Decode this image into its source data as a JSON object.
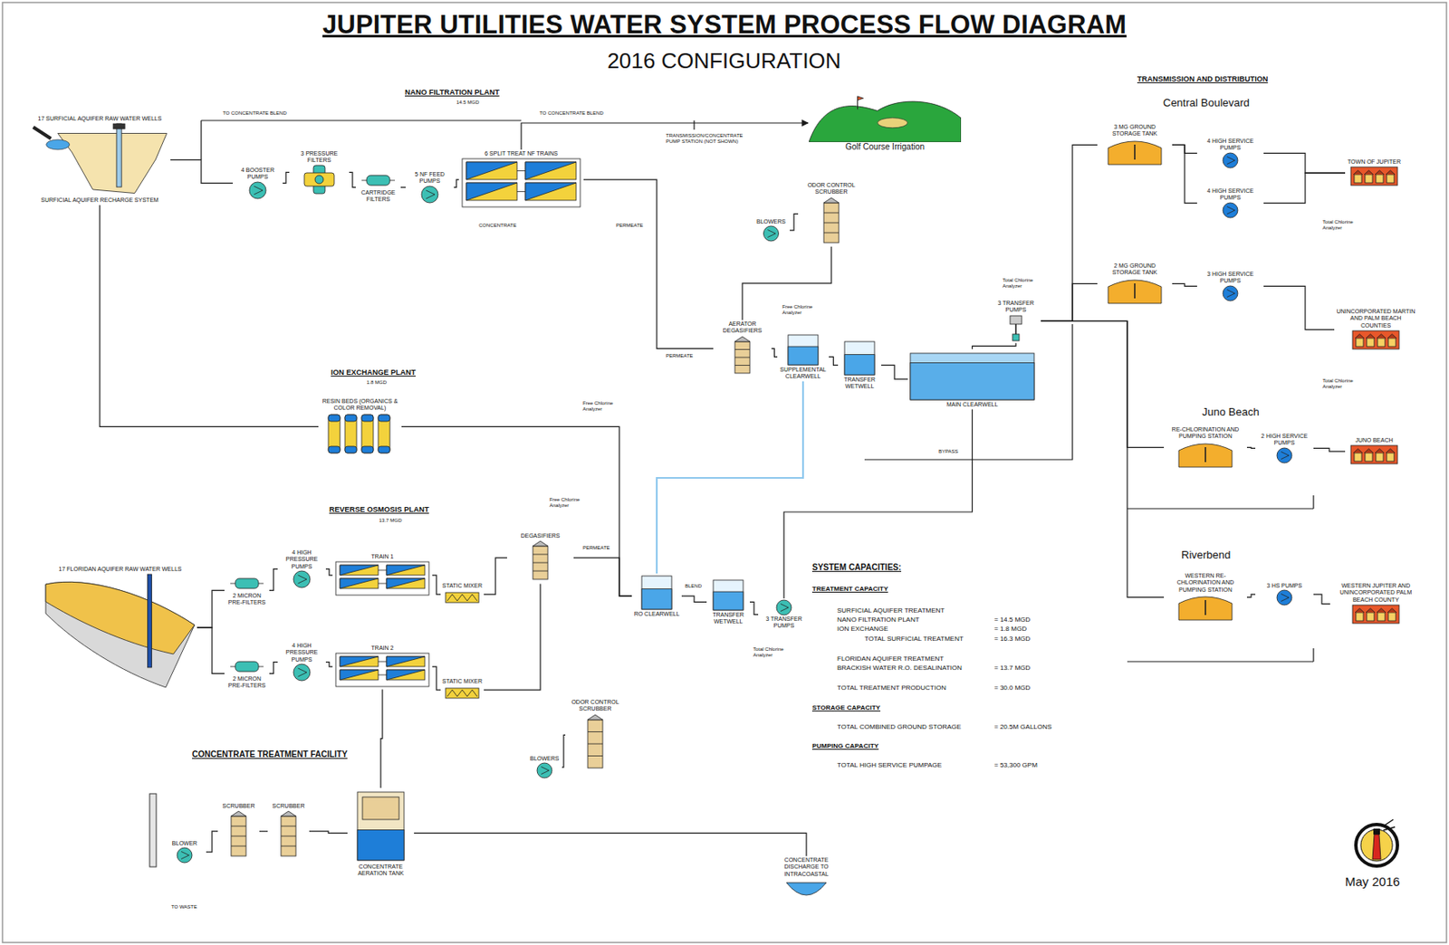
{
  "diagram": {
    "title": "JUPITER UTILITIES WATER SYSTEM PROCESS FLOW DIAGRAM",
    "nodes": [
      {
        "text": [
          "17 SURFICIAL AQUIFER RAW WATER WELLS",
          "SURFICIAL AQUIFER RECHARGE SYSTEM"
        ]
      },
      {
        "text": [
          "4 BOOSTER PUMPS"
        ]
      },
      {
        "text": [
          "3 PRESSURE FILTERS"
        ]
      },
      {
        "text": [
          "CARTRIDGE FILTERS"
        ]
      },
      {
        "text": [
          "5 NF FEED PUMPS"
        ]
      },
      {
        "text": [
          "6 SPLIT TREAT NF TRAINS"
        ]
      },
      {
        "text": [
          "Golf Course Irrigation"
        ]
      },
      {
        "text": [
          "AERATOR DEGASIFIERS"
        ]
      },
      {
        "text": [
          "ODOR CONTROL SCRUBBER"
        ]
      },
      {
        "text": [
          "BLOWERS"
        ]
      },
      {
        "text": [
          "SUPPLEMENTAL CLEARWELL"
        ]
      },
      {
        "text": [
          "TRANSFER WETWELL"
        ]
      },
      {
        "text": [
          "MAIN CLEARWELL"
        ]
      },
      {
        "text": [
          "3 TRANSFER PUMPS"
        ]
      },
      {
        "text": [
          "3 MG GROUND STORAGE TANK"
        ]
      },
      {
        "text": [
          "4 HIGH SERVICE PUMPS"
        ]
      },
      {
        "text": [
          "4 HIGH SERVICE PUMPS"
        ]
      },
      {
        "text": [
          "2 MG GROUND STORAGE TANK"
        ]
      },
      {
        "text": [
          "3 HIGH SERVICE PUMPS"
        ]
      },
      {
        "text": [
          "TOWN OF JUPITER"
        ]
      },
      {
        "text": [
          "UNINCORPORATED MARTIN AND PALM BEACH COUNTIES"
        ]
      },
      {
        "text": [
          "RE-CHLORINATION AND PUMPING STATION"
        ]
      },
      {
        "text": [
          "2 HIGH SERVICE PUMPS"
        ]
      },
      {
        "text": [
          "JUNO BEACH"
        ]
      },
      {
        "text": [
          "WESTERN RE-CHLORINATION AND PUMPING STATION"
        ]
      },
      {
        "text": [
          "3 HS PUMPS"
        ]
      },
      {
        "text": [
          "WESTERN JUPITER AND UNINCORPORATED PALM BEACH COUNTY"
        ]
      },
      {
        "text": [
          "RESIN BEDS (ORGANICS & COLOR REMOVAL)"
        ]
      },
      {
        "text": [
          "17 FLORIDAN AQUIFER RAW WATER WELLS"
        ]
      },
      {
        "text": [
          "2 MICRON PRE-FILTERS"
        ]
      },
      {
        "text": [
          "4 HIGH PRESSURE PUMPS"
        ]
      },
      {
        "text": [
          "TRAIN 1"
        ]
      },
      {
        "text": [
          "STATIC MIXER"
        ]
      },
      {
        "text": [
          "2 MICRON PRE-FILTERS"
        ]
      },
      {
        "text": [
          "4 HIGH PRESSURE PUMPS"
        ]
      },
      {
        "text": [
          "TRAIN 2"
        ]
      },
      {
        "text": [
          "STATIC MIXER"
        ]
      },
      {
        "text": [
          "DEGASIFIERS"
        ]
      },
      {
        "text": [
          "RO CLEARWELL"
        ]
      },
      {
        "text": [
          "TRANSFER WETWELL"
        ]
      },
      {
        "text": [
          "3 TRANSFER PUMPS"
        ]
      },
      {
        "text": [
          "ODOR CONTROL SCRUBBER"
        ]
      },
      {
        "text": [
          "BLOWERS"
        ]
      },
      {
        "text": [
          "CONCENTRATE AERATION TANK"
        ]
      },
      {
        "text": [
          "SCRUBBER"
        ]
      },
      {
        "text": [
          "SCRUBBER"
        ]
      },
      {
        "text": [
          "BLOWER"
        ]
      },
      {
        "text": [
          "CONCENTRATE DISCHARGE TO INTRACOASTAL"
        ]
      }
    ],
    "edges": [
      {
        "from": 0,
        "to": 1,
        "arrow": "none"
      },
      {
        "from": 1,
        "to": 2,
        "arrow": "none"
      },
      {
        "from": 2,
        "to": 3,
        "arrow": "none"
      },
      {
        "from": 3,
        "to": 4,
        "arrow": "none"
      },
      {
        "from": 4,
        "to": 5,
        "arrow": "none"
      },
      {
        "from": 5,
        "to": 6,
        "arrow": "to"
      },
      {
        "from": 5,
        "to": 7,
        "arrow": "none"
      },
      {
        "from": 7,
        "to": 10,
        "arrow": "none"
      },
      {
        "from": 9,
        "to": 8,
        "arrow": "none"
      },
      {
        "from": 8,
        "to": 7,
        "arrow": "none"
      },
      {
        "from": 10,
        "to": 11,
        "arrow": "none"
      },
      {
        "from": 11,
        "to": 12,
        "arrow": "none"
      },
      {
        "from": 12,
        "to": 13,
        "arrow": "none"
      },
      {
        "from": 13,
        "to": 14,
        "arrow": "none"
      },
      {
        "from": 13,
        "to": 17,
        "arrow": "none"
      },
      {
        "from": 14,
        "to": 15,
        "arrow": "none"
      },
      {
        "from": 14,
        "to": 16,
        "arrow": "none"
      },
      {
        "from": 17,
        "to": 18,
        "arrow": "none"
      },
      {
        "from": 15,
        "to": 19,
        "arrow": "none"
      },
      {
        "from": 16,
        "to": 19,
        "arrow": "none"
      },
      {
        "from": 18,
        "to": 20,
        "arrow": "none"
      },
      {
        "from": 13,
        "to": 21,
        "arrow": "none"
      },
      {
        "from": 13,
        "to": 24,
        "arrow": "none"
      },
      {
        "from": 21,
        "to": 22,
        "arrow": "none"
      },
      {
        "from": 22,
        "to": 23,
        "arrow": "none"
      },
      {
        "from": 24,
        "to": 25,
        "arrow": "none"
      },
      {
        "from": 25,
        "to": 26,
        "arrow": "none"
      },
      {
        "from": 0,
        "to": 27,
        "arrow": "none"
      },
      {
        "from": 27,
        "to": 38,
        "arrow": "none"
      },
      {
        "from": 28,
        "to": 29,
        "arrow": "none"
      },
      {
        "from": 28,
        "to": 33,
        "arrow": "none"
      },
      {
        "from": 29,
        "to": 30,
        "arrow": "none"
      },
      {
        "from": 30,
        "to": 31,
        "arrow": "none"
      },
      {
        "from": 31,
        "to": 32,
        "arrow": "none"
      },
      {
        "from": 33,
        "to": 34,
        "arrow": "none"
      },
      {
        "from": 34,
        "to": 35,
        "arrow": "none"
      },
      {
        "from": 35,
        "to": 36,
        "arrow": "none"
      },
      {
        "from": 32,
        "to": 37,
        "arrow": "none"
      },
      {
        "from": 36,
        "to": 37,
        "arrow": "none"
      },
      {
        "from": 37,
        "to": 38,
        "arrow": "none"
      },
      {
        "from": 38,
        "to": 39,
        "arrow": "none"
      },
      {
        "from": 39,
        "to": 40,
        "arrow": "none"
      },
      {
        "from": 40,
        "to": 12,
        "arrow": "none"
      },
      {
        "from": 38,
        "to": 10,
        "arrow": "none"
      },
      {
        "from": 42,
        "to": 41,
        "arrow": "none"
      },
      {
        "from": 35,
        "to": 43,
        "arrow": "none"
      },
      {
        "from": 46,
        "to": 44,
        "arrow": "none"
      },
      {
        "from": 44,
        "to": 45,
        "arrow": "none"
      },
      {
        "from": 45,
        "to": 43,
        "arrow": "none"
      },
      {
        "from": 43,
        "to": 47,
        "arrow": "none"
      }
    ],
    "labels": [
      "NANO FILTRATION PLANT",
      "14.5 MGD",
      "ION EXCHANGE PLANT",
      "1.8 MGD",
      "REVERSE OSMOSIS PLANT",
      "13.7 MGD",
      "CONCENTRATE TREATMENT FACILITY",
      "TRANSMISSION AND DISTRIBUTION",
      "Central Boulevard",
      "Juno Beach",
      "Riverbend",
      "SYSTEM CAPACITIES:",
      "TREATMENT CAPACITY",
      "SURFICIAL AQUIFER TREATMENT",
      "NANO FILTRATION PLANT",
      "= 14.5 MGD",
      "ION EXCHANGE",
      "= 1.8 MGD",
      "TOTAL SURFICIAL TREATMENT",
      "= 16.3 MGD",
      "FLORIDAN AQUIFER TREATMENT",
      "BRACKISH WATER R.O. DESALINATION",
      "= 13.7 MGD",
      "TOTAL TREATMENT PRODUCTION",
      "= 30.0 MGD",
      "STORAGE CAPACITY",
      "TOTAL COMBINED GROUND STORAGE",
      "= 20.5M GALLONS",
      "PUMPING CAPACITY",
      "TOTAL HIGH SERVICE PUMPAGE",
      "= 53,300 GPM",
      "May 2016",
      "TO CONCENTRATE BLEND",
      "TO CONCENTRATE BLEND",
      "TRANSMISSION/CONCENTRATE PUMP STATION (NOT SHOWN)",
      "CONCENTRATE",
      "PERMEATE",
      "PERMEATE",
      "Free Chlorine Analyzer",
      "Free Chlorine Analyzer",
      "Free Chlorine Analyzer",
      "Total Chlorine Analyzer",
      "Total Chlorine Analyzer",
      "Total Chlorine Analyzer",
      "Total Chlorine Analyzer",
      "BYPASS",
      "PERMEATE",
      "BLEND",
      "TO WASTE",
      "2016 CONFIGURATION"
    ]
  }
}
